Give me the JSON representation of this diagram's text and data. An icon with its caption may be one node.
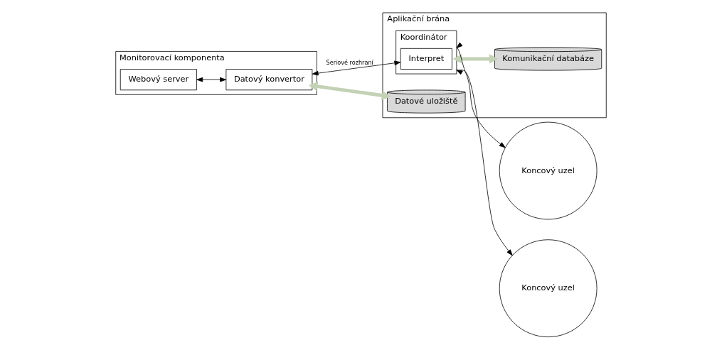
{
  "diagram": {
    "nodes": [
      {
        "text": [
          "Aplikační brána"
        ]
      },
      {
        "text": [
          "Monitorovací komponenta"
        ]
      },
      {
        "text": [
          "Webový server"
        ],
        "in": 1
      },
      {
        "text": [
          "Datový konvertor"
        ],
        "in": 1
      },
      {
        "text": [
          "Koordinátor"
        ],
        "in": 0
      },
      {
        "text": [
          "Interpret"
        ],
        "in": 4
      },
      {
        "text": [
          "Datové uložiště"
        ],
        "in": 0
      },
      {
        "text": [
          "Komunikační databáze"
        ],
        "in": 0
      },
      {
        "text": [
          "Koncový uzel"
        ]
      },
      {
        "text": [
          "Koncový uzel"
        ]
      }
    ],
    "edges": [
      {
        "from": 2,
        "to": 3,
        "arrow": "both"
      },
      {
        "from": 3,
        "to": 5,
        "arrow": "both",
        "label": "Seriové rozhraní"
      },
      {
        "from": 4,
        "to": 8,
        "arrow": "both"
      },
      {
        "from": 4,
        "to": 9,
        "arrow": "both"
      },
      {
        "from": 3,
        "to": 6,
        "arrow": "both",
        "style": "thick",
        "color": "#c3d1b5"
      },
      {
        "from": 4,
        "to": 7,
        "arrow": "both",
        "style": "thick",
        "color": "#c3d1b5"
      }
    ]
  }
}
